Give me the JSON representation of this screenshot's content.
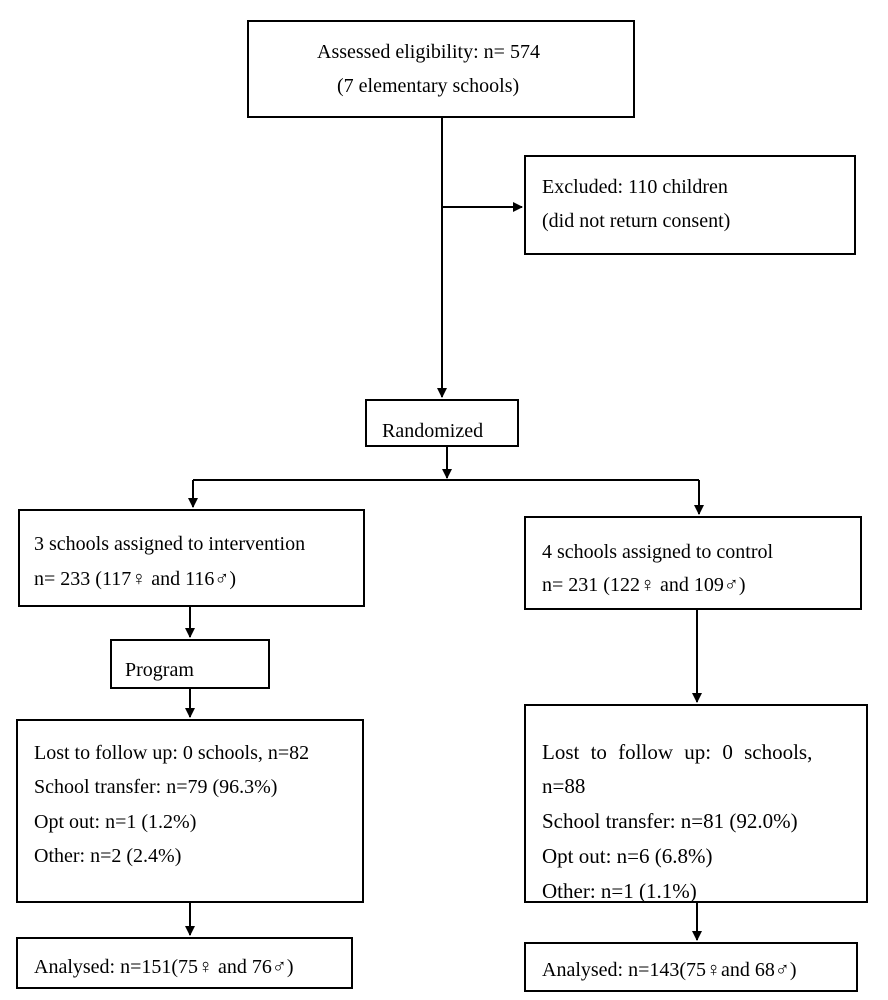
{
  "flowchart": {
    "assessed": {
      "lines": [
        "Assessed eligibility: n= 574",
        "(7 elementary schools)"
      ]
    },
    "excluded": {
      "lines": [
        "Excluded: 110 children",
        "(did not return consent)"
      ]
    },
    "randomized": {
      "label": "Randomized"
    },
    "intervention": {
      "assigned": {
        "lines": [
          "3 schools assigned to intervention",
          "n= 233 (117♀ and 116♂)"
        ]
      },
      "program": {
        "label": "Program"
      },
      "lost": {
        "lines": [
          "Lost to follow up: 0 schools, n=82",
          "School transfer: n=79 (96.3%)",
          "Opt out: n=1 (1.2%)",
          "Other: n=2 (2.4%)"
        ]
      },
      "analysed": {
        "label": "Analysed: n=151(75♀ and 76♂)"
      }
    },
    "control": {
      "assigned": {
        "lines": [
          "4 schools assigned to control",
          "n= 231 (122♀ and 109♂)"
        ]
      },
      "lost": {
        "lines": [
          "Lost to follow up: 0 schools,",
          "n=88",
          "School transfer: n=81 (92.0%)",
          "Opt out: n=6 (6.8%)",
          "Other: n=1 (1.1%)"
        ]
      },
      "analysed": {
        "label": "Analysed: n=143(75♀and 68♂)"
      }
    }
  }
}
